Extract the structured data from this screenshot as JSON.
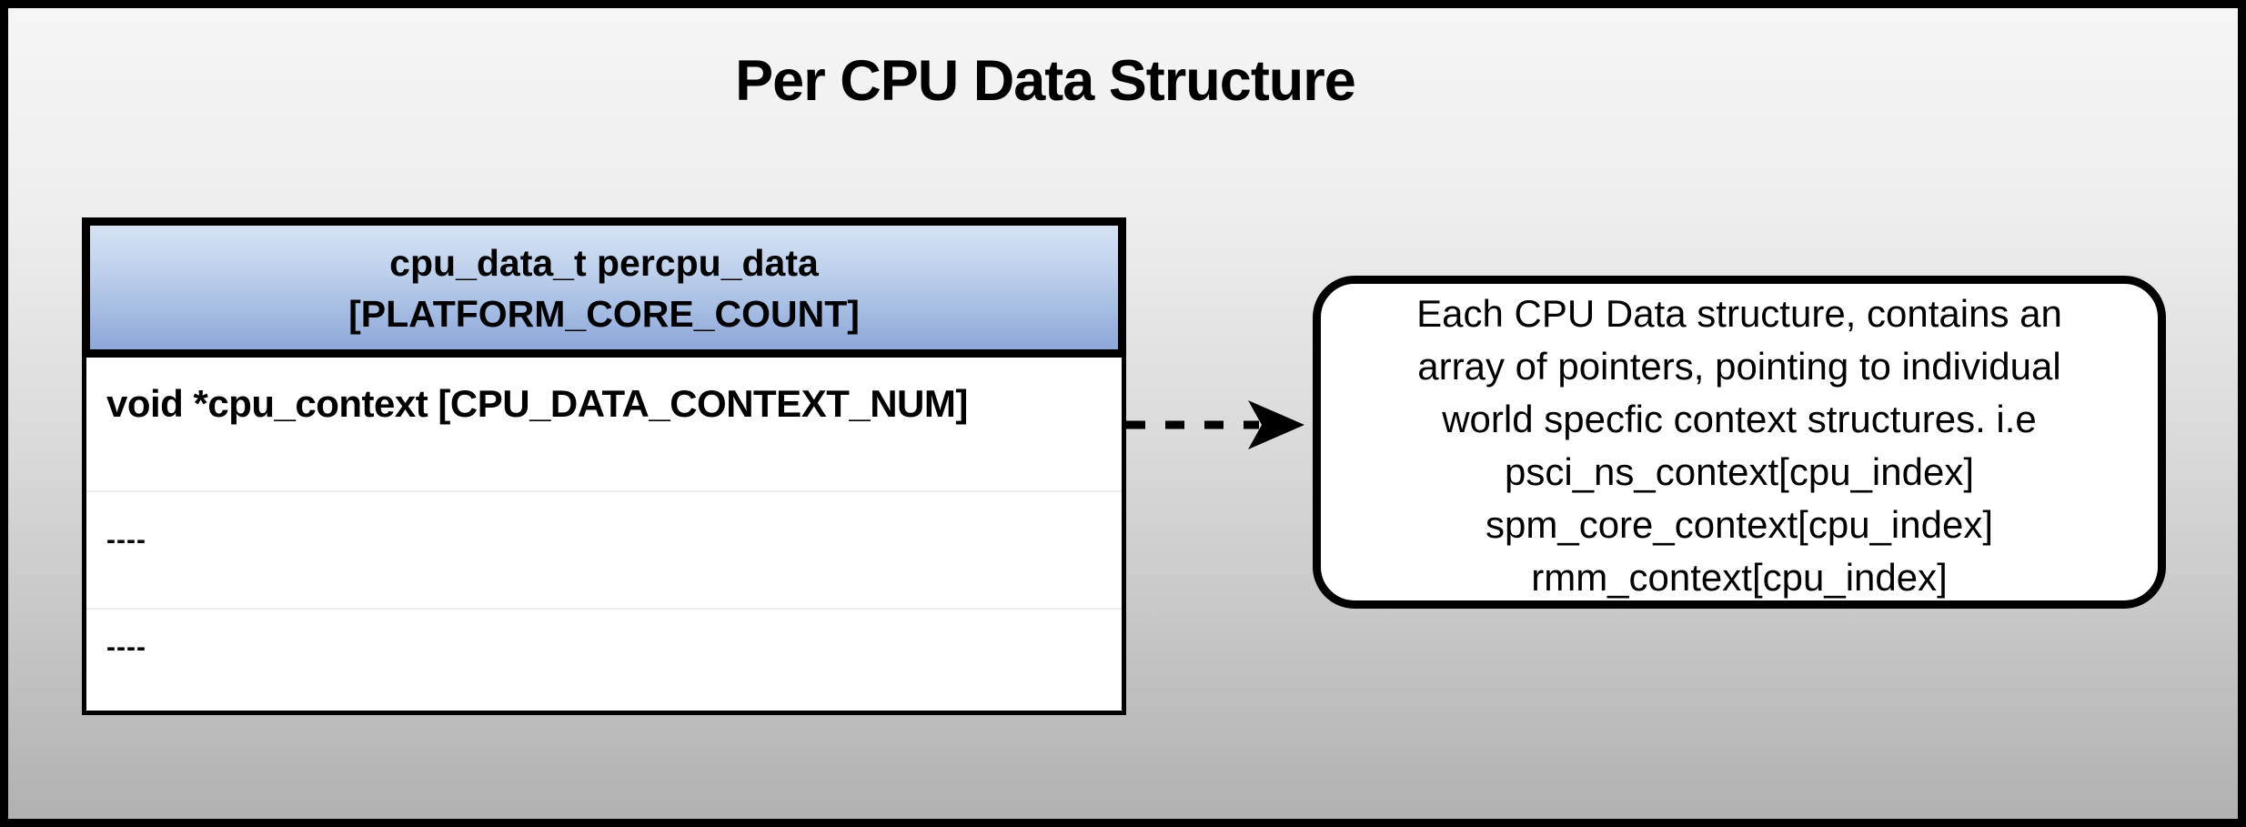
{
  "title": "Per CPU Data Structure",
  "table": {
    "header_line1": "cpu_data_t percpu_data",
    "header_line2": "[PLATFORM_CORE_COUNT]",
    "rows": [
      {
        "label": "void *cpu_context [CPU_DATA_CONTEXT_NUM]"
      },
      {
        "label": "----"
      },
      {
        "label": "----"
      }
    ]
  },
  "note_box": {
    "lines": [
      "Each CPU Data structure, contains an",
      "array of pointers, pointing to individual",
      "world specfic context structures. i.e",
      "psci_ns_context[cpu_index]",
      "spm_core_context[cpu_index]",
      "rmm_context[cpu_index]"
    ]
  },
  "icons": {
    "arrow": "dashed-right-arrow"
  },
  "colors": {
    "background_gradient_top": "#f5f5f5",
    "background_gradient_bottom": "#b1b1b1",
    "header_gradient_top": "#d6e2f4",
    "header_gradient_bottom": "#8ca7d9",
    "row_divider": "#ececec",
    "border": "#000000",
    "text": "#000000",
    "box_background": "#ffffff"
  }
}
